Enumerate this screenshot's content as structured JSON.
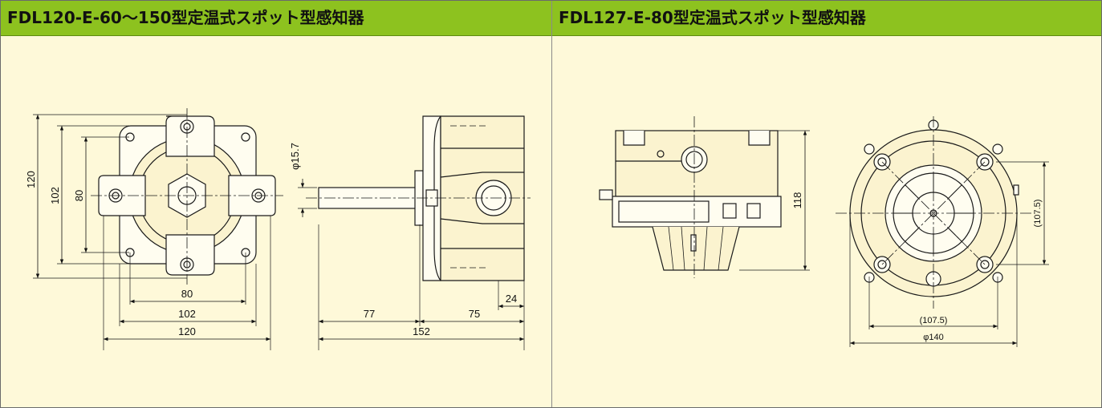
{
  "panels": [
    {
      "title": "FDL120-E-60～150型定温式スポット型感知器",
      "dimensions": {
        "front_height_outer": "120",
        "front_height_middle": "102",
        "front_height_inner": "80",
        "front_width_inner": "80",
        "front_width_middle": "102",
        "front_width_outer": "120",
        "shaft_diameter": "φ15.7",
        "shaft_length": "77",
        "body_depth": "75",
        "flange_depth": "24",
        "total_length": "152"
      }
    },
    {
      "title": "FDL127-E-80型定温式スポット型感知器",
      "dimensions": {
        "side_height": "118",
        "bolt_pitch_vertical": "(107.5)",
        "bolt_pitch_horizontal": "(107.5)",
        "outer_diameter": "φ140"
      }
    }
  ],
  "colors": {
    "header_green": "#8dc21f",
    "paper": "#fef9d9",
    "line": "#1a1a1a"
  }
}
